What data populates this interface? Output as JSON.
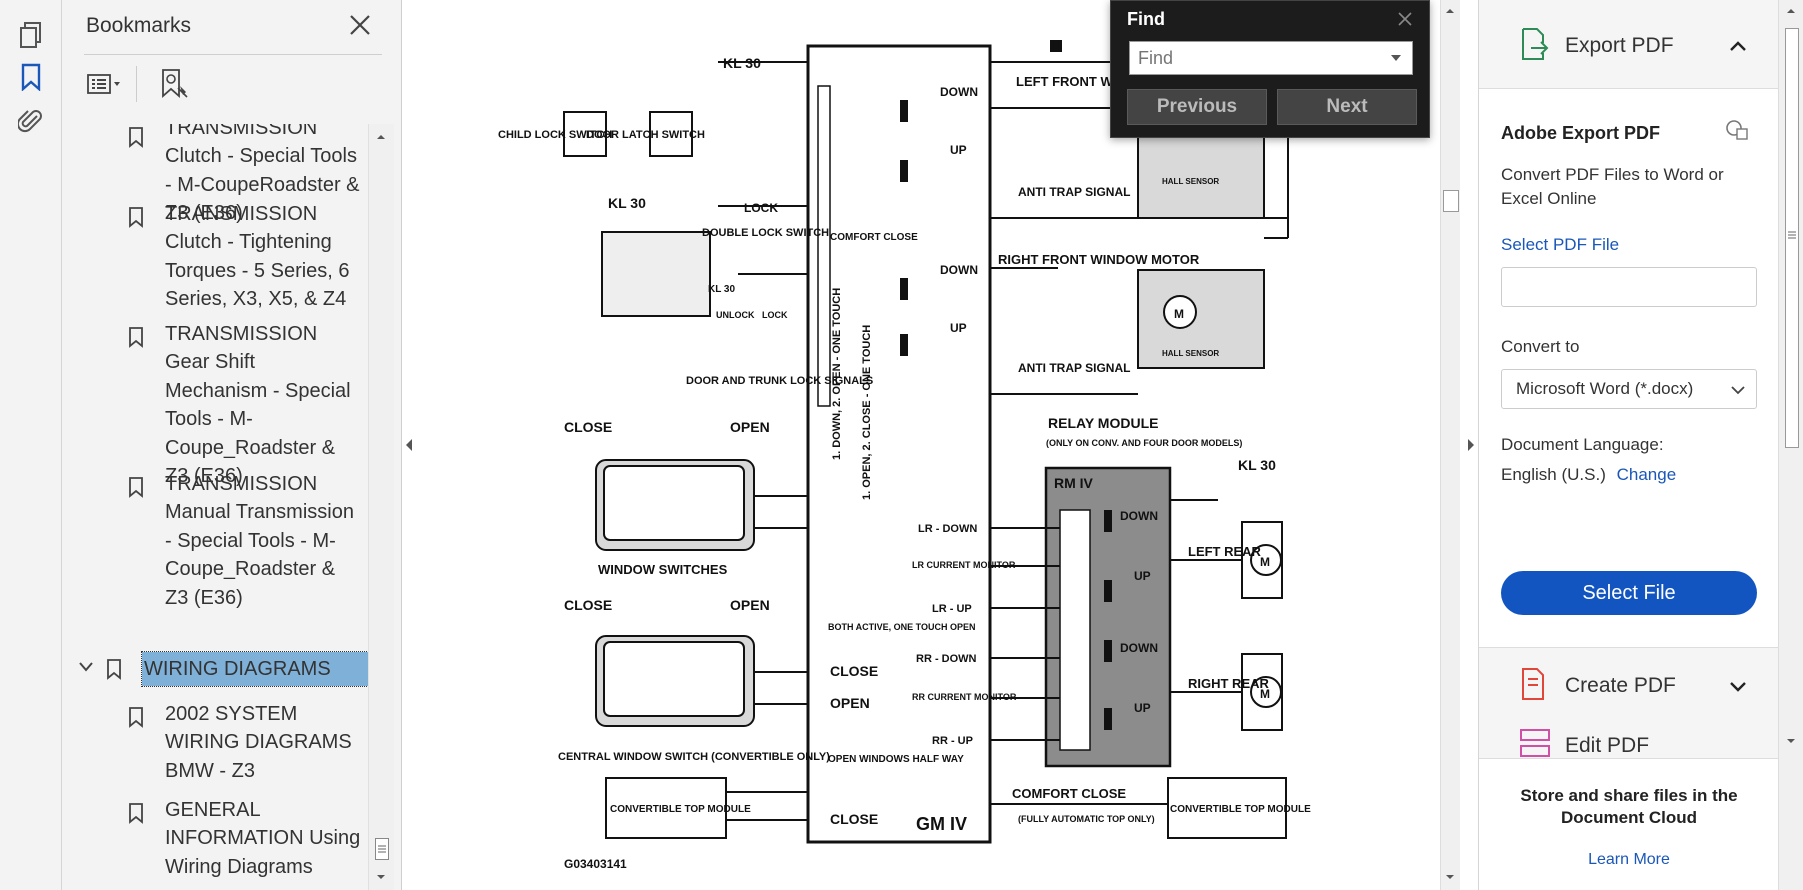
{
  "bookmarks": {
    "title": "Bookmarks",
    "items": [
      {
        "text": "TRANSMISSION Clutch - Special Tools - M-CoupeRoadster & Z3 (E36)",
        "truncated_top": true
      },
      {
        "text": "TRANSMISSION Clutch - Tightening Torques - 5 Series, 6 Series, X3, X5, & Z4"
      },
      {
        "text": "TRANSMISSION Gear Shift Mechanism - Special Tools - M-Coupe_Roadster & Z3 (E36)"
      },
      {
        "text": "TRANSMISSION Manual Transmission - Special Tools - M-Coupe_Roadster & Z3 (E36)"
      },
      {
        "text": "WIRING DIAGRAMS",
        "selected": true
      },
      {
        "text": "2002 SYSTEM WIRING DIAGRAMS BMW - Z3"
      },
      {
        "text": "GENERAL INFORMATION Using Wiring Diagrams"
      }
    ]
  },
  "find": {
    "title": "Find",
    "placeholder": "Find",
    "previous": "Previous",
    "next": "Next"
  },
  "diagram": {
    "labels": {
      "kl30_top": "KL 30",
      "child_lock": "CHILD LOCK SWITCH",
      "door_latch": "DOOR LATCH SWITCH",
      "kl30_left": "KL 30",
      "lock": "LOCK",
      "double_lock": "DOUBLE LOCK SWITCH",
      "comfort_close": "COMFORT CLOSE",
      "kl30_small": "KL 30",
      "unlock": "UNLOCK",
      "lock_small": "LOCK",
      "door_trunk": "DOOR AND TRUNK LOCK SIGNALS",
      "close1": "CLOSE",
      "open1": "OPEN",
      "window_switches": "WINDOW SWITCHES",
      "close2": "CLOSE",
      "open2": "OPEN",
      "central_switch": "CENTRAL WINDOW SWITCH (CONVERTIBLE ONLY)",
      "conv_top_left": "CONVERTIBLE TOP MODULE",
      "down_open": "1. DOWN, 2. OPEN - ONE TOUCH",
      "open_close": "1. OPEN, 2. CLOSE - ONE TOUCH",
      "both_active": "BOTH ACTIVE, ONE TOUCH OPEN",
      "close_pin": "CLOSE",
      "open_pin": "OPEN",
      "open_windows": "OPEN WINDOWS HALF WAY",
      "close_pin2": "CLOSE",
      "gm4": "GM IV",
      "down_a": "DOWN",
      "up_a": "UP",
      "left_front": "LEFT FRONT W",
      "anti_trap1": "ANTI TRAP SIGNAL",
      "hall1": "HALL SENSOR",
      "down_b": "DOWN",
      "up_b": "UP",
      "right_front": "RIGHT FRONT WINDOW MOTOR",
      "anti_trap2": "ANTI TRAP SIGNAL",
      "hall2": "HALL SENSOR",
      "relay_module": "RELAY MODULE",
      "relay_note": "(ONLY ON CONV. AND FOUR DOOR MODELS)",
      "kl30_right": "KL 30",
      "rm4": "RM IV",
      "lr_down": "LR - DOWN",
      "lr_current": "LR CURRENT MONITOR",
      "lr_up": "LR - UP",
      "rr_down": "RR - DOWN",
      "rr_current": "RR CURRENT MONITOR",
      "rr_up": "RR - UP",
      "down_c": "DOWN",
      "up_c": "UP",
      "left_rear": "LEFT REAR",
      "down_d": "DOWN",
      "up_d": "UP",
      "right_rear": "RIGHT REAR",
      "comfort_close2": "COMFORT CLOSE",
      "fully_auto": "(FULLY AUTOMATIC TOP ONLY)",
      "conv_top_right": "CONVERTIBLE TOP MODULE",
      "figure_id": "G03403141",
      "motor": "M"
    }
  },
  "right_panel": {
    "export_pdf": "Export PDF",
    "card_title": "Adobe Export PDF",
    "card_desc": "Convert PDF Files to Word or Excel Online",
    "select_pdf": "Select PDF File",
    "convert_to": "Convert to",
    "convert_value": "Microsoft Word (*.docx)",
    "doc_language": "Document Language:",
    "language_value": "English (U.S.)",
    "change": "Change",
    "select_file": "Select File",
    "create_pdf": "Create PDF",
    "edit_pdf": "Edit PDF",
    "store_text": "Store and share files in the Document Cloud",
    "learn_more": "Learn More"
  },
  "colors": {
    "accent_blue": "#1355c0",
    "selected_bookmark": "#7fb0d8",
    "find_bg": "#1c1c1c",
    "export_icon": "#2e8b57",
    "create_icon": "#e0463a",
    "edit_icon": "#d24fa8"
  }
}
